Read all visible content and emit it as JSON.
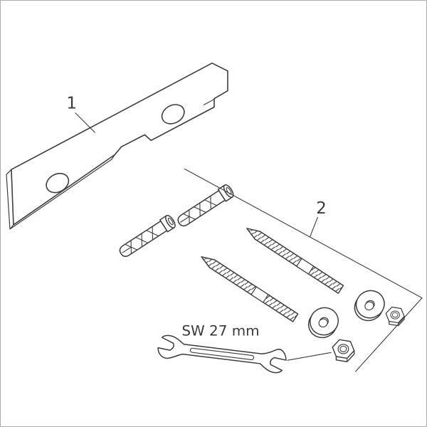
{
  "diagram": {
    "type": "installation-parts-diagram",
    "background_color": "#ffffff",
    "line_color": "#3c3c3c",
    "callouts": {
      "plate_label": "1",
      "fixing_set_label": "2",
      "wrench_size_label": "SW 27 mm"
    },
    "parts": [
      {
        "callout": "1",
        "name": "mounting-plate",
        "holes": 2
      },
      {
        "callout": "2",
        "name": "fixing-set",
        "items": [
          "wall-anchor",
          "wall-anchor",
          "screw",
          "screw",
          "washer",
          "washer",
          "hex-nut",
          "hex-nut"
        ]
      },
      {
        "callout": "SW 27 mm",
        "name": "open-end-wrench"
      }
    ]
  }
}
